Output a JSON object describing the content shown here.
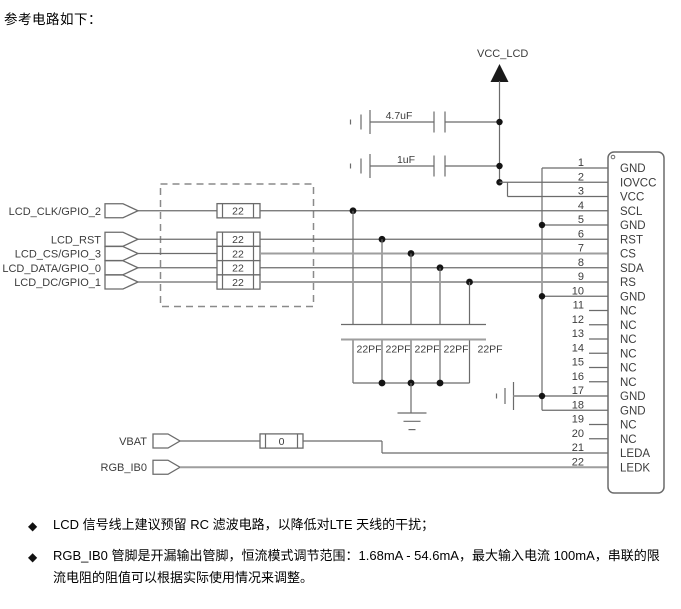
{
  "title": "参考电路如下：",
  "colors": {
    "wire": "#6b6b6b",
    "wire_light": "#9e9e9e",
    "junction_dot": "#141414",
    "text": "#3c3c3c",
    "body_text": "#000000"
  },
  "power": {
    "net_label": "VCC_LCD"
  },
  "decoupling_caps": [
    {
      "value": "4.7uF"
    },
    {
      "value": "1uF"
    }
  ],
  "signals": [
    {
      "label": "LCD_CLK/GPIO_2"
    },
    {
      "label": "LCD_RST"
    },
    {
      "label": "LCD_CS/GPIO_3"
    },
    {
      "label": "LCD_DATA/GPIO_0"
    },
    {
      "label": "LCD_DC/GPIO_1"
    }
  ],
  "series_resistors": {
    "values": [
      "22",
      "22",
      "22",
      "22",
      "22"
    ]
  },
  "filter_caps": {
    "values": [
      "22PF",
      "22PF",
      "22PF",
      "22PF",
      "22PF"
    ]
  },
  "bottom_ports": [
    {
      "label": "VBAT"
    },
    {
      "label": "RGB_IB0"
    }
  ],
  "vbat_resistor": {
    "value": "0"
  },
  "connector": {
    "pins": [
      {
        "num": "1",
        "name": "GND"
      },
      {
        "num": "2",
        "name": "IOVCC"
      },
      {
        "num": "3",
        "name": "VCC"
      },
      {
        "num": "4",
        "name": "SCL"
      },
      {
        "num": "5",
        "name": "GND"
      },
      {
        "num": "6",
        "name": "RST"
      },
      {
        "num": "7",
        "name": "CS"
      },
      {
        "num": "8",
        "name": "SDA"
      },
      {
        "num": "9",
        "name": "RS"
      },
      {
        "num": "10",
        "name": "GND"
      },
      {
        "num": "11",
        "name": "NC"
      },
      {
        "num": "12",
        "name": "NC"
      },
      {
        "num": "13",
        "name": "NC"
      },
      {
        "num": "14",
        "name": "NC"
      },
      {
        "num": "15",
        "name": "NC"
      },
      {
        "num": "16",
        "name": "NC"
      },
      {
        "num": "17",
        "name": "GND"
      },
      {
        "num": "18",
        "name": "GND"
      },
      {
        "num": "19",
        "name": "NC"
      },
      {
        "num": "20",
        "name": "NC"
      },
      {
        "num": "21",
        "name": "LEDA"
      },
      {
        "num": "22",
        "name": "LEDK"
      }
    ]
  },
  "notes": [
    {
      "bullet": "◆",
      "text": "LCD 信号线上建议预留 RC 滤波电路，以降低对LTE 天线的干扰；"
    },
    {
      "bullet": "◆",
      "text": "RGB_IB0 管脚是开漏输出管脚，恒流模式调节范围：1.68mA - 54.6mA，最大输入电流 100mA，串联的限流电阻的阻值可以根据实际使用情况来调整。"
    }
  ]
}
